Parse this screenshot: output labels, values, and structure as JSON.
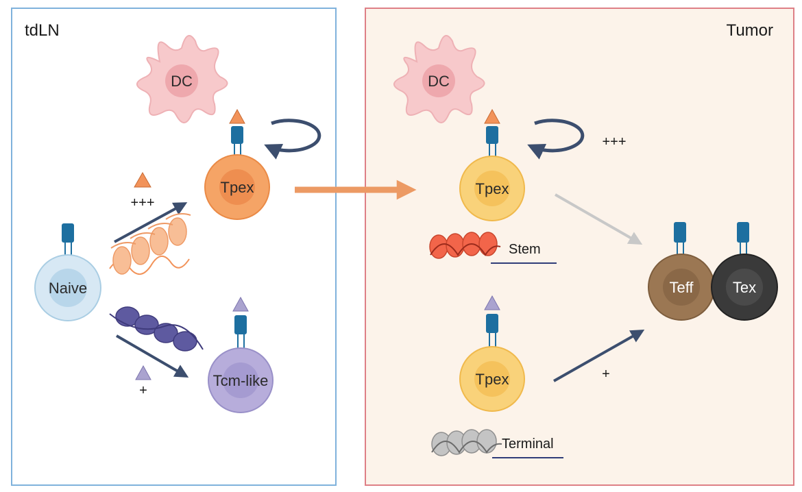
{
  "panels": {
    "left": {
      "label": "tdLN"
    },
    "right": {
      "label": "Tumor"
    }
  },
  "cells": {
    "dc_left": "DC",
    "dc_right": "DC",
    "tpex_left": "Tpex",
    "naive": "Naive",
    "tcm_like": "Tcm-like",
    "tpex_stem": "Tpex",
    "tpex_terminal": "Tpex",
    "teff": "Teff",
    "tex": "Tex"
  },
  "annotations": {
    "plus_naive_tpex": "+++",
    "plus_naive_tcm": "+",
    "plus_tpex_self": "+++",
    "plus_terminal_teff": "+"
  },
  "chromatin_labels": {
    "stem": "Stem",
    "terminal": "Terminal"
  },
  "colors": {
    "left_border": "#7fb2dc",
    "right_border": "#de7f86",
    "right_fill": "#fcf3ea",
    "antigen_orange": "#f2935a",
    "antigen_purple": "#aaa3cf",
    "tpex_orange": "#f5a466",
    "tpex_yellow": "#f9d27a",
    "naive_blue": "#d7e8f4",
    "tcm_purple": "#b7addb",
    "teff_brown": "#9b7753",
    "tex_dark": "#3a3a3a",
    "tcr_teal": "#1d6fa0",
    "arrow_navy": "#3c4e6e",
    "migration_arrow": "#ec9a64"
  }
}
